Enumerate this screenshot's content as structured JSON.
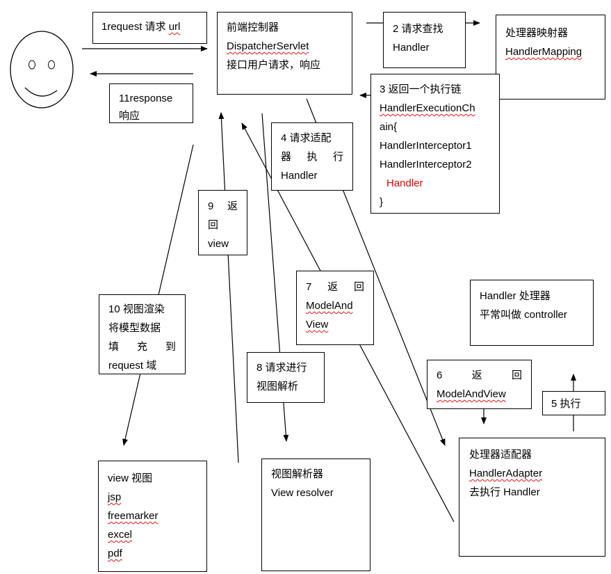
{
  "boxes": {
    "request": {
      "text": "1request 请求 ",
      "url": "url"
    },
    "response": {
      "line1": "11response",
      "line2": "响应"
    },
    "dispatcher": {
      "l1": "前端控制器",
      "l2": "DispatcherServlet",
      "l3": "接口用户请求，响应"
    },
    "find_handler": {
      "l1": "2  请求查找",
      "l2": "Handler"
    },
    "mapping": {
      "l1": "处理器映射器",
      "l2": "HandlerMapping"
    },
    "exec_chain": {
      "l1": "3 返回一个执行链",
      "l2": "HandlerExecutionCh",
      "l3": "ain{",
      "l4": "HandlerInterceptor1",
      "l5": "HandlerInterceptor2",
      "l6": "Handler",
      "l7": "}"
    },
    "adapter_req": {
      "l1": "4  请求适配",
      "l2a": "器",
      "l2b": "执",
      "l2c": "行",
      "l3": "Handler"
    },
    "return_view": {
      "l1a": "9",
      "l1b": "返",
      "l2": "回",
      "l3": "view"
    },
    "return_mav7": {
      "l1a": "7",
      "l1b": "返",
      "l1c": "回",
      "l2": "ModelAnd",
      "l3": "View"
    },
    "handler": {
      "l1": "Handler 处理器",
      "l2": "平常叫做 controller"
    },
    "render": {
      "l1": "10 视图渲染",
      "l2": "将模型数据",
      "l3a": "填",
      "l3b": "充",
      "l3c": "到",
      "l4": "request 域"
    },
    "view_resolve": {
      "l1": "8 请求进行",
      "l2": "视图解析"
    },
    "return_mav6": {
      "l1a": "6",
      "l1b": "返",
      "l1c": "回",
      "l2": "ModelAndView"
    },
    "execute": {
      "l1": "5 执行"
    },
    "view": {
      "l1": "view 视图",
      "items": [
        "jsp",
        "freemarker",
        "excel",
        "pdf"
      ]
    },
    "resolver": {
      "l1": "视图解析器",
      "l2": "View resolver"
    },
    "adapter": {
      "l1": "处理器适配器",
      "l2": "HandlerAdapter",
      "l3": "去执行 Handler"
    }
  },
  "colors": {
    "stroke": "#000000",
    "highlight": "#e00000",
    "squiggle": "#e01010"
  },
  "icons": {
    "user": "smiley-face-icon"
  }
}
